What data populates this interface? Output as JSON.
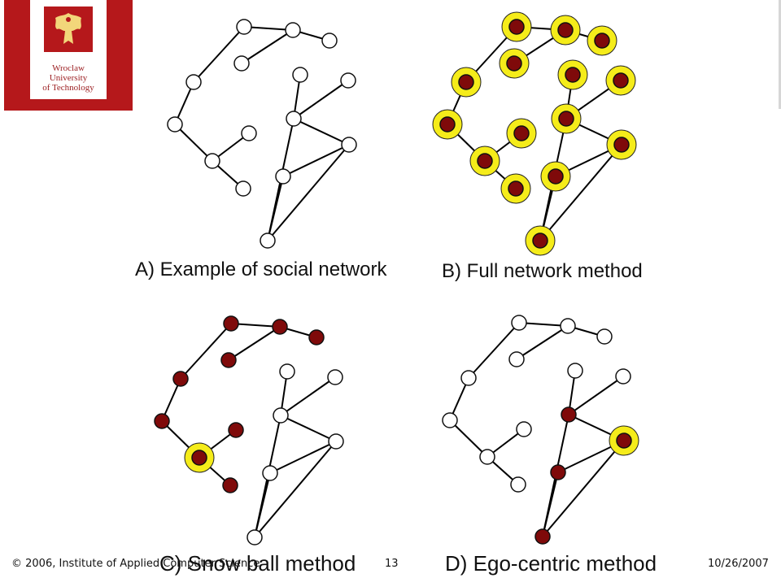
{
  "logo": {
    "line1": "Wroclaw",
    "line2": "University",
    "line3": "of Technology",
    "bg_color": "#b5181b"
  },
  "captions": {
    "a": "A) Example of social network",
    "b": "B) Full network method",
    "c": "C) Snow ball method",
    "d": "D) Ego-centric method"
  },
  "footer": {
    "copyright": "© 2006, Institute of Applied Computer Science",
    "page_number": "13",
    "date": "10/26/2007"
  },
  "colors": {
    "node_default": "#ffffff",
    "node_sampled": "#7f0a0a",
    "seed_halo": "#f5ec1a",
    "edge": "#000000"
  },
  "network": {
    "nodes": [
      "n1",
      "n2",
      "n3",
      "n4",
      "n5",
      "n6",
      "n7",
      "n8",
      "n9",
      "n10",
      "n11",
      "n12",
      "n13",
      "n14",
      "n15",
      "n16"
    ],
    "edges": [
      [
        "n1",
        "n2"
      ],
      [
        "n2",
        "n3"
      ],
      [
        "n1",
        "n5"
      ],
      [
        "n2",
        "n4"
      ],
      [
        "n5",
        "n6"
      ],
      [
        "n6",
        "n7"
      ],
      [
        "n7",
        "n8"
      ],
      [
        "n7",
        "n9"
      ],
      [
        "n10",
        "n12"
      ],
      [
        "n11",
        "n12"
      ],
      [
        "n12",
        "n13"
      ],
      [
        "n12",
        "n14"
      ],
      [
        "n13",
        "n15"
      ],
      [
        "n15",
        "n14"
      ],
      [
        "n14",
        "n16"
      ]
    ]
  },
  "panels": [
    {
      "id": "a",
      "method": "social network",
      "sampled": [],
      "seeds": []
    },
    {
      "id": "b",
      "method": "full network",
      "sampled": [
        "n1",
        "n2",
        "n3",
        "n4",
        "n5",
        "n6",
        "n7",
        "n8",
        "n9",
        "n10",
        "n11",
        "n12",
        "n13",
        "n14",
        "n15",
        "n16"
      ],
      "seeds": [
        "n1",
        "n2",
        "n3",
        "n4",
        "n5",
        "n6",
        "n7",
        "n8",
        "n9",
        "n10",
        "n11",
        "n12",
        "n13",
        "n14",
        "n15",
        "n16"
      ]
    },
    {
      "id": "c",
      "method": "snow ball",
      "sampled": [
        "n1",
        "n2",
        "n3",
        "n4",
        "n5",
        "n6",
        "n7",
        "n8",
        "n9"
      ],
      "seeds": [
        "n7"
      ]
    },
    {
      "id": "d",
      "method": "ego-centric",
      "sampled": [
        "n12",
        "n13",
        "n14",
        "n16"
      ],
      "seeds": [
        "n13"
      ]
    }
  ]
}
